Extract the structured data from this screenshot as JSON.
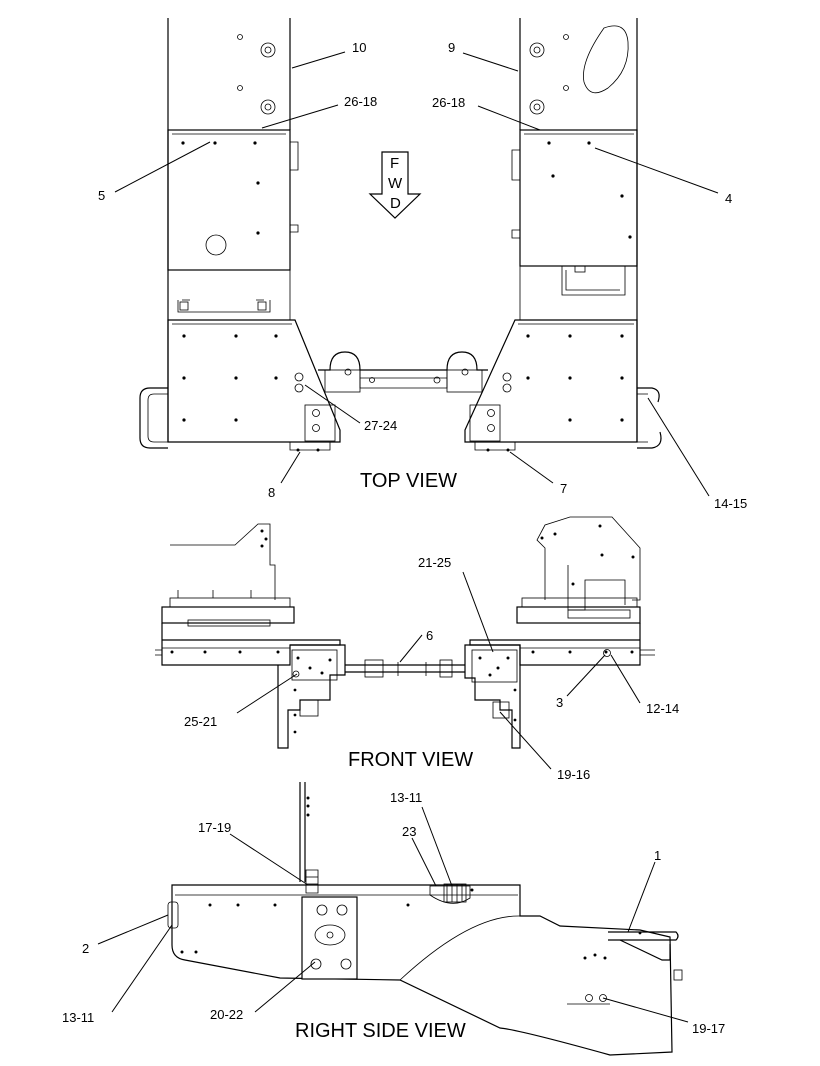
{
  "views": {
    "top": "TOP VIEW",
    "front": "FRONT VIEW",
    "side": "RIGHT SIDE VIEW"
  },
  "fwd_arrow": {
    "l1": "F",
    "l2": "W",
    "l3": "D"
  },
  "callouts": {
    "c10": "10",
    "c9": "9",
    "c26a": "26-18",
    "c26b": "26-18",
    "c5": "5",
    "c4": "4",
    "c27": "27-24",
    "c8": "8",
    "c7": "7",
    "c1415": "14-15",
    "c2125": "21-25",
    "c6": "6",
    "c2521": "25-21",
    "c3": "3",
    "c1214": "12-14",
    "c1916": "19-16",
    "c1311a": "13-11",
    "c1719": "17-19",
    "c23": "23",
    "c1": "1",
    "c2": "2",
    "c1311b": "13-11",
    "c2022": "20-22",
    "c1917": "19-17"
  }
}
